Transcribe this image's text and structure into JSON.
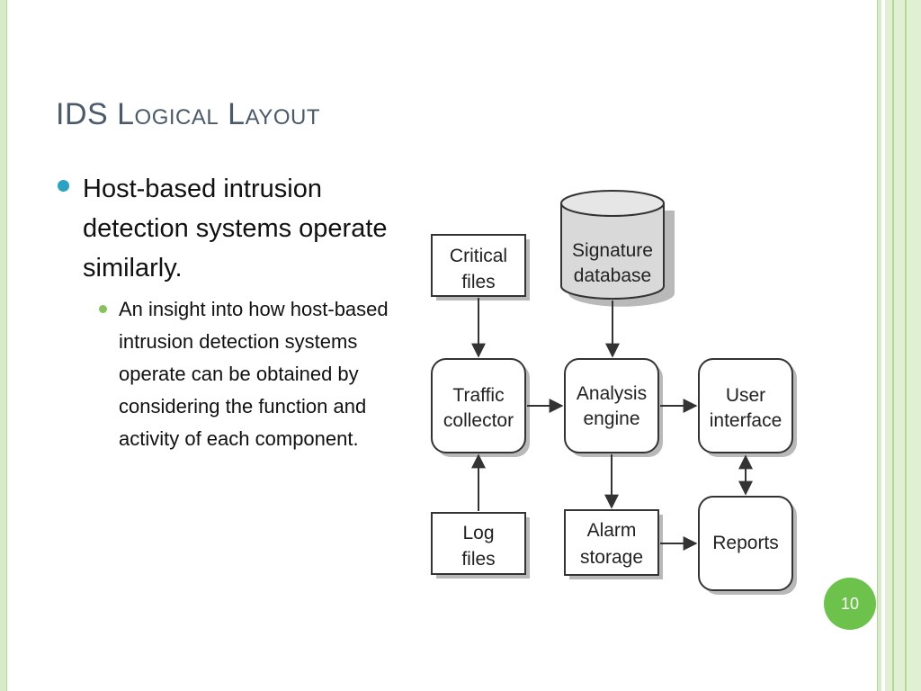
{
  "slide": {
    "title": "IDS Logical Layout",
    "bullet": "Host-based intrusion detection systems operate similarly.",
    "sub_bullet": "An insight into how host-based intrusion detection systems operate can be obtained by considering the function and activity of each component.",
    "page_number": "10"
  },
  "diagram": {
    "nodes": {
      "signature_db": [
        "Signature",
        "database"
      ],
      "critical_files": [
        "Critical",
        "files"
      ],
      "traffic_collector": [
        "Traffic",
        "collector"
      ],
      "analysis_engine": [
        "Analysis",
        "engine"
      ],
      "user_interface": [
        "User",
        "interface"
      ],
      "log_files": [
        "Log",
        "files"
      ],
      "alarm_storage": [
        "Alarm",
        "storage"
      ],
      "reports": [
        "Reports"
      ]
    },
    "colors": {
      "box_fill": "#ffffff",
      "box_stroke": "#333333",
      "shadow": "#b9b9b9",
      "cylinder_fill": "#d9d9d9"
    }
  }
}
